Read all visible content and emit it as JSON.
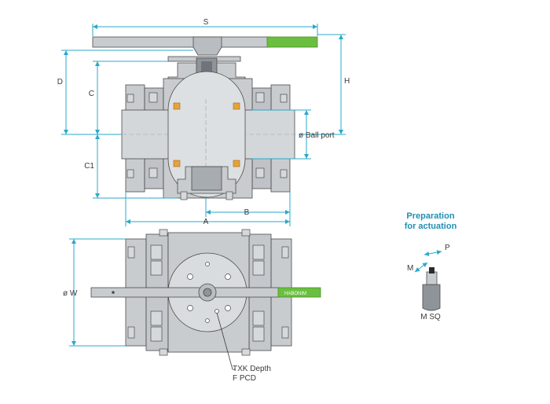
{
  "labels": {
    "S": "S",
    "D": "D",
    "C": "C",
    "C1": "C1",
    "H": "H",
    "B": "B",
    "A": "A",
    "ball_port": "ø Ball port",
    "W": "ø W",
    "txk_depth": "TXK Depth",
    "f_pcd": "F PCD",
    "prep_line1": "Preparation",
    "prep_line2": "for actuation",
    "P": "P",
    "M": "M",
    "M_SQ": "M SQ",
    "handle_brand": "HABONIM"
  },
  "colors": {
    "dimension": "#2aa9c9",
    "heading": "#1f8fb3",
    "handle_green": "#6abf3f",
    "metal": "#c9cccf",
    "metal_dark": "#9ea3a8",
    "seat_orange": "#e8a23a"
  }
}
